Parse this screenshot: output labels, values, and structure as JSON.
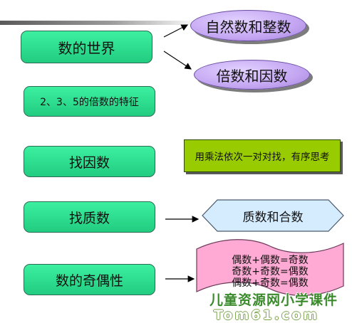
{
  "colors": {
    "green_box": "#22cc80",
    "purple_ellipse": "#c4a6f2",
    "olive_tip": "#99cc00",
    "blue_hexagon": "#d5ecff",
    "pink_banner": "#ffaad4"
  },
  "topics": {
    "world": "数的世界",
    "multiples_rule": "2、3、5的倍数的特征",
    "find_factors": "找因数",
    "find_primes": "找质数",
    "parity": "数的奇偶性"
  },
  "world_children": {
    "naturals": "自然数和整数",
    "multiples_factors": "倍数和因数"
  },
  "factors_tip": "用乘法依次一对对找，有序思考",
  "primes_child": "质数和合数",
  "parity_rules": [
    "偶数+偶数=奇数",
    "奇数+奇数=偶数",
    "偶数+奇数=偶数"
  ],
  "watermark": {
    "line1": "儿童资源网小学课件",
    "line2": "Tom61.com"
  }
}
